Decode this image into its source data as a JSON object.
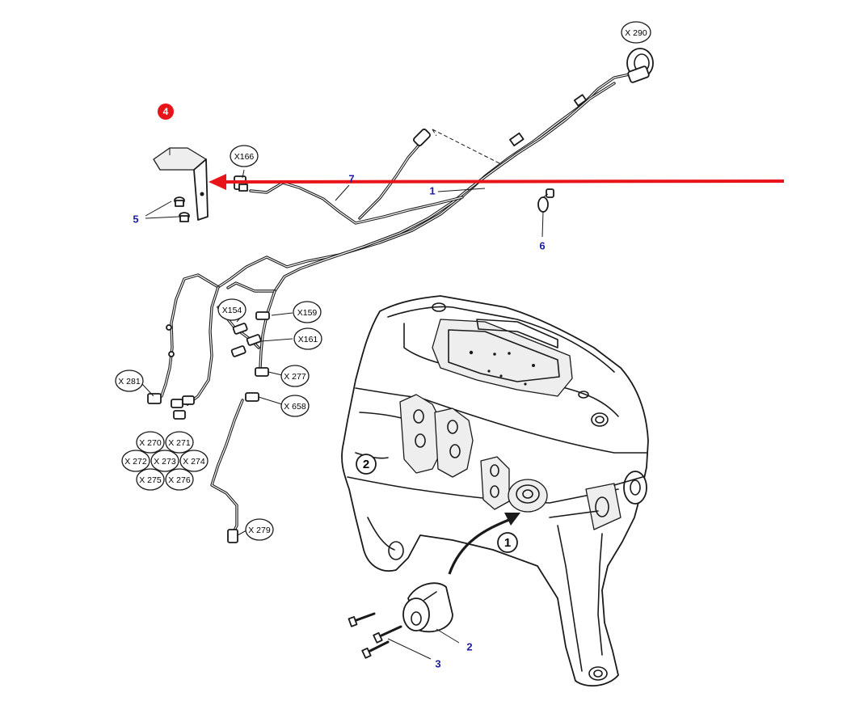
{
  "diagram": {
    "highlight_color": "#e8141a",
    "part_number_color": "#1c1ca8",
    "highlighted_part": "4",
    "part_numbers": {
      "p1": "1",
      "p2": "2",
      "p3": "3",
      "p4": "4",
      "p5": "5",
      "p6": "6",
      "p7": "7"
    },
    "connectors": {
      "x290": "X 290",
      "x166": "X166",
      "x154": "X154",
      "x159": "X159",
      "x161": "X161",
      "x277": "X 277",
      "x658": "X 658",
      "x281": "X 281",
      "x270": "X 270",
      "x271": "X 271",
      "x272": "X 272",
      "x273": "X 273",
      "x274": "X 274",
      "x275": "X 275",
      "x276": "X 276",
      "x279": "X 279"
    },
    "housing_marks": {
      "mark_2": "2",
      "mark_1": "1"
    }
  }
}
